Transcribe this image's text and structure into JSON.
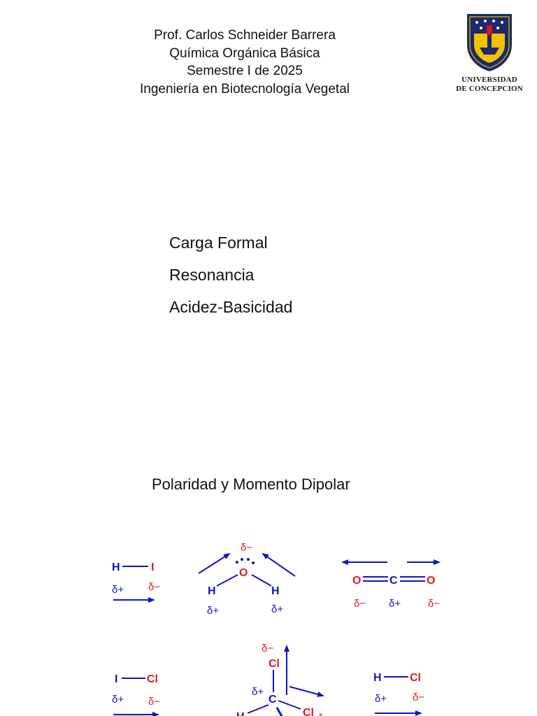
{
  "header": {
    "lines": [
      "Prof. Carlos Schneider Barrera",
      "Química Orgánica Básica",
      "Semestre I de 2025",
      "Ingeniería en Biotecnología Vegetal"
    ]
  },
  "logo": {
    "line1": "UNIVERSIDAD",
    "line2": "DE CONCEPCION"
  },
  "topics": [
    "Carga Formal",
    "Resonancia",
    "Acidez-Basicidad"
  ],
  "section_title": "Polaridad y Momento Dipolar",
  "molecules": {
    "hi": {
      "atom1": "H",
      "atom2": "I",
      "charge1": "δ+",
      "charge2": "δ−"
    },
    "water": {
      "center": "O",
      "left": "H",
      "right": "H",
      "charge_center": "δ−",
      "charge_left": "δ+",
      "charge_right": "δ+"
    },
    "co2": {
      "left": "O",
      "center": "C",
      "right": "O",
      "charge_left": "δ−",
      "charge_center": "δ+",
      "charge_right": "δ−"
    },
    "icl": {
      "atom1": "I",
      "atom2": "Cl",
      "charge1": "δ+",
      "charge2": "δ−"
    },
    "ccl": {
      "top": "Cl",
      "center": "C",
      "right": "Cl",
      "left": "H",
      "charge_top": "δ−",
      "charge_center": "δ+",
      "charge_right": "δ"
    },
    "hcl": {
      "atom1": "H",
      "atom2": "Cl",
      "charge1": "δ+",
      "charge2": "δ−"
    }
  },
  "colors": {
    "atoms_blue": "#1414c8",
    "atoms_red": "#e01a1a",
    "shield_navy": "#1b2a6b",
    "shield_gold": "#f2c200"
  }
}
